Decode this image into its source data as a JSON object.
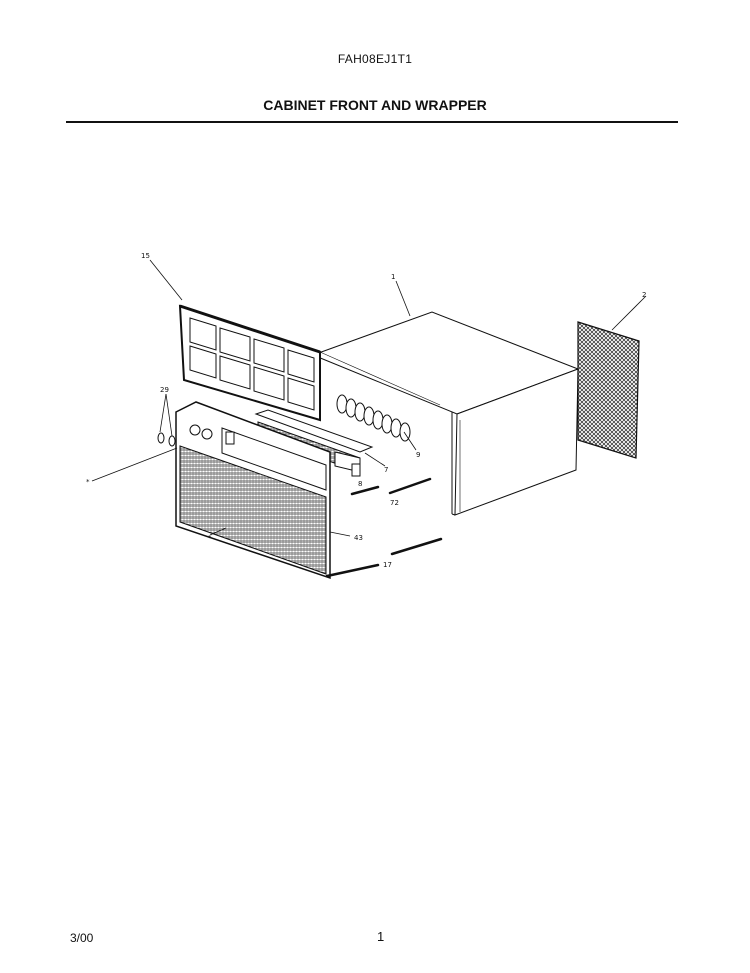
{
  "header": {
    "model": "FAH08EJ1T1",
    "title": "CABINET FRONT AND WRAPPER"
  },
  "diagram": {
    "callouts": {
      "filter": "15",
      "cabinet": "1",
      "rear_grille": "2",
      "knobs": "29",
      "screw": "*",
      "louver": "9",
      "insert": "7",
      "bracket": "8",
      "gasket_upper": "72",
      "front_grille": "43",
      "gasket_lower": "17",
      "front_ref": "*"
    }
  },
  "footer": {
    "date": "3/00",
    "page": "1"
  }
}
